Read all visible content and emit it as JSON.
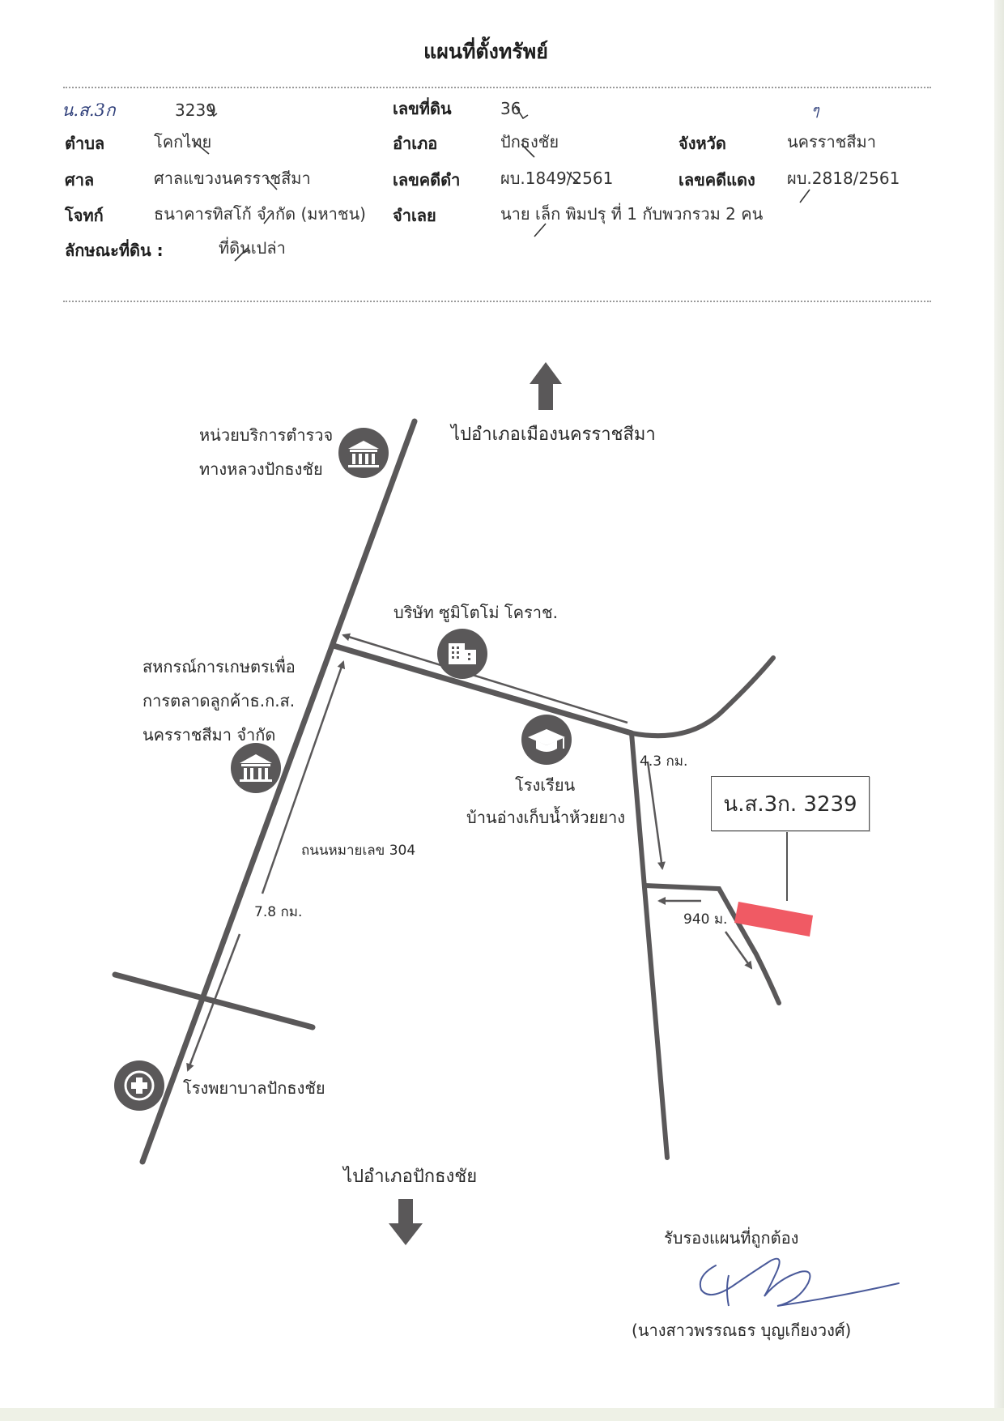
{
  "title": "แผนที่ตั้งทรัพย์",
  "header": {
    "doc_type_label": "น.ส.3ก",
    "doc_number": "3239",
    "land_number_label": "เลขที่ดิน",
    "land_number": "36",
    "subdistrict_label": "ตำบล",
    "subdistrict": "โคกไทย",
    "district_label": "อำเภอ",
    "district": "ปักธงชัย",
    "province_label": "จังหวัด",
    "province": "นครราชสีมา",
    "province_note": "ๆ",
    "court_label": "ศาล",
    "court": "ศาลแขวงนครราชสีมา",
    "black_case_label": "เลขคดีดำ",
    "black_case": "ผบ.1849/2561",
    "red_case_label": "เลขคดีแดง",
    "red_case": "ผบ.2818/2561",
    "plaintiff_label": "โจทก์",
    "plaintiff": "ธนาคารทิสโก้ จำกัด (มหาชน)",
    "defendant_label": "จำเลย",
    "defendant": "นาย เล็ก พิมปรุ  ที่ 1  กับพวกรวม 2 คน",
    "land_type_label": "ลักษณะที่ดิน :",
    "land_type": "ที่ดินเปล่า"
  },
  "map": {
    "to_north": "ไปอำเภอเมืองนครราชสีมา",
    "to_south": "ไปอำเภอปักธงชัย",
    "police": [
      "หน่วยบริการตำรวจ",
      "ทางหลวงปักธงชัย"
    ],
    "company": "บริษัท ซูมิโตโม่ โคราช.",
    "cooperative": [
      "สหกรณ์การเกษตรเพื่อ",
      "การตลาดลูกค้าธ.ก.ส.",
      "นครราชสีมา จำกัด"
    ],
    "school": [
      "โรงเรียน",
      "บ้านอ่างเก็บน้ำห้วยยาง"
    ],
    "hospital": "โรงพยาบาลปักธงชัย",
    "road_name": "ถนนหมายเลข 304",
    "dist_main": "7.8 กม.",
    "dist_branch": "4.3 กม.",
    "dist_final": "940 ม.",
    "parcel_label": "น.ส.3ก. 3239",
    "colors": {
      "parcel": "#f05a64",
      "icon": "#5a5859",
      "road": "#5a5859"
    }
  },
  "signature": {
    "certify": "รับรองแผนที่ถูกต้อง",
    "name": "(นางสาวพรรณธร บุญเกียงวงศ์)"
  }
}
